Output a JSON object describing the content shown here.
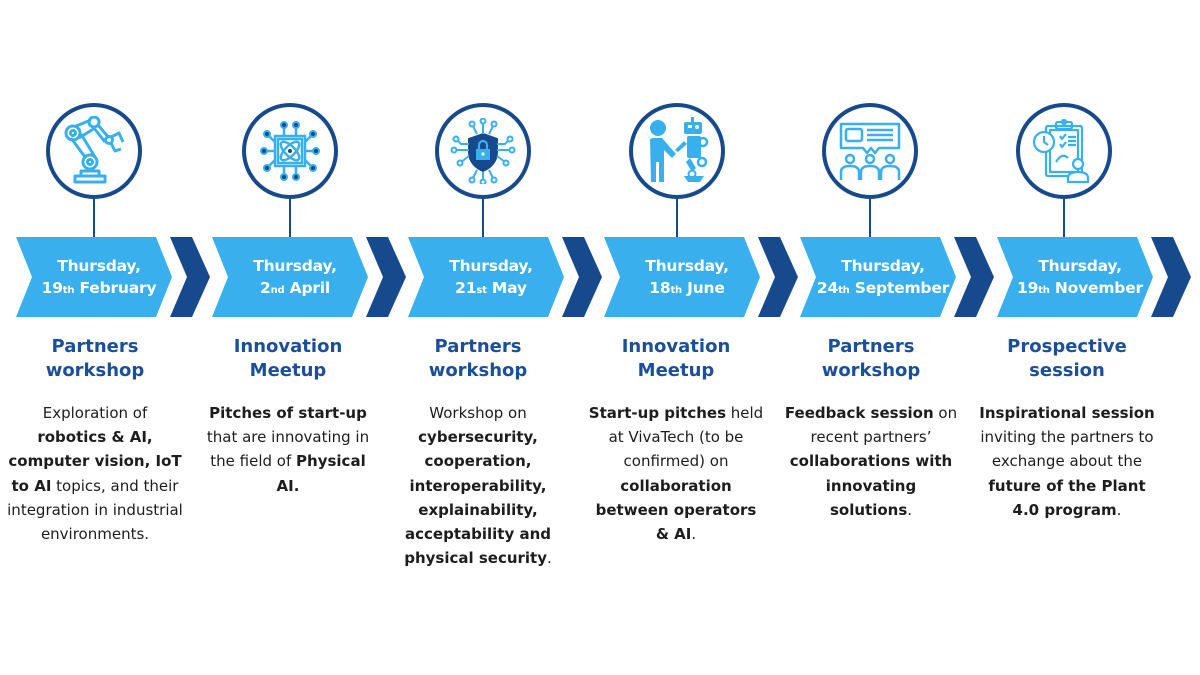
{
  "colors": {
    "light_blue": "#3AAFEE",
    "navy": "#174A8C",
    "heading": "#1A4F9C",
    "body_text": "#1d1d1d"
  },
  "events": [
    {
      "icon": "robotic-arm-icon",
      "day": "Thursday,",
      "date_num": "19",
      "date_suffix": "th",
      "month": "February",
      "title_line1": "Partners",
      "title_line2": "workshop",
      "description": [
        {
          "text": "Exploration of ",
          "bold": false
        },
        {
          "text": "robotics & AI, computer vision, IoT to AI",
          "bold": true
        },
        {
          "text": " topics, and their integration in industrial environments.",
          "bold": false
        }
      ]
    },
    {
      "icon": "ai-chip-icon",
      "day": "Thursday,",
      "date_num": "2",
      "date_suffix": "nd",
      "month": "April",
      "title_line1": "Innovation",
      "title_line2": "Meetup",
      "description": [
        {
          "text": "Pitches of start-up",
          "bold": true
        },
        {
          "text": " that are innovating in the field of ",
          "bold": false
        },
        {
          "text": "Physical AI.",
          "bold": true
        }
      ]
    },
    {
      "icon": "cybersecurity-shield-icon",
      "day": "Thursday,",
      "date_num": "21",
      "date_suffix": "st",
      "month": "May",
      "title_line1": "Partners",
      "title_line2": "workshop",
      "description": [
        {
          "text": "Workshop on ",
          "bold": false
        },
        {
          "text": "cybersecurity, cooperation, interoperability, explainability, acceptability and physical security",
          "bold": true
        },
        {
          "text": ".",
          "bold": false
        }
      ]
    },
    {
      "icon": "human-robot-handshake-icon",
      "day": "Thursday,",
      "date_num": "18",
      "date_suffix": "th",
      "month": "June",
      "title_line1": "Innovation",
      "title_line2": "Meetup",
      "description": [
        {
          "text": "Start-up pitches",
          "bold": true
        },
        {
          "text": " held at VivaTech (to be confirmed) on ",
          "bold": false
        },
        {
          "text": "collaboration between operators & AI",
          "bold": true
        },
        {
          "text": ".",
          "bold": false
        }
      ]
    },
    {
      "icon": "group-discussion-icon",
      "day": "Thursday,",
      "date_num": "24",
      "date_suffix": "th",
      "month": "September",
      "title_line1": "Partners",
      "title_line2": "workshop",
      "description": [
        {
          "text": "Feedback session",
          "bold": true
        },
        {
          "text": " on recent partners’ ",
          "bold": false
        },
        {
          "text": "collaborations with innovating solutions",
          "bold": true
        },
        {
          "text": ".",
          "bold": false
        }
      ]
    },
    {
      "icon": "clipboard-planning-icon",
      "day": "Thursday,",
      "date_num": "19",
      "date_suffix": "th",
      "month": "November",
      "title_line1": "Prospective",
      "title_line2": "session",
      "description": [
        {
          "text": "Inspirational session",
          "bold": true
        },
        {
          "text": " inviting the partners to exchange about the ",
          "bold": false
        },
        {
          "text": "future of the Plant 4.0 program",
          "bold": true
        },
        {
          "text": ".",
          "bold": false
        }
      ]
    }
  ]
}
